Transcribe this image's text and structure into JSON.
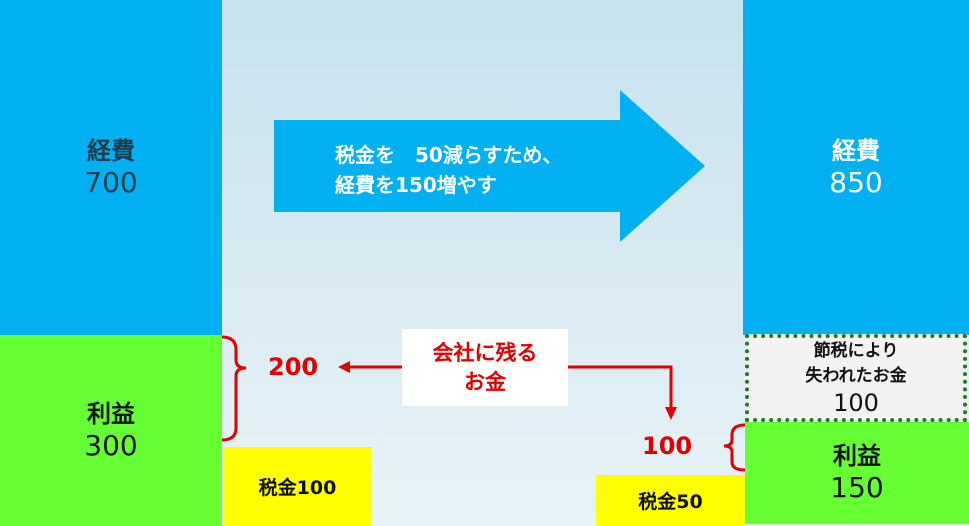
{
  "before": {
    "expense_label": "経費",
    "expense_value": "700",
    "profit_label": "利益",
    "profit_value": "300",
    "tax": "税金100",
    "remaining": "200"
  },
  "after": {
    "expense_label": "経費",
    "expense_value": "850",
    "profit_label": "利益",
    "profit_value": "150",
    "tax": "税金50",
    "remaining": "100",
    "lost_line1": "節税により",
    "lost_line2": "失われたお金",
    "lost_value": "100"
  },
  "arrow": {
    "line1": "税金を　50減らすため、",
    "line2": "経費を150増やす"
  },
  "note": {
    "line1": "会社に残る",
    "line2": "お金"
  },
  "colors": {
    "expense": "#00b0f0",
    "profit": "#66ff33",
    "tax": "#ffff00",
    "accent": "#e00000"
  }
}
